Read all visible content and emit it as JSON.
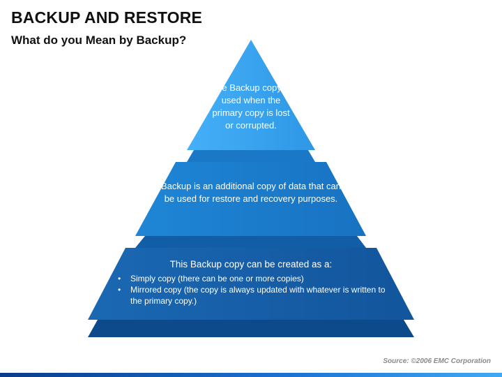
{
  "title": "BACKUP AND RESTORE",
  "subtitle": "What do you Mean by Backup?",
  "colors": {
    "tier1": "#3fa9f5",
    "tier2": "#1a7fd0",
    "tier3": "#1560a8",
    "footer_dark": "#0d3b8a",
    "footer_light": "#3fa9f5"
  },
  "pyramid": {
    "tier1": {
      "text": "The Backup copy is used when the primary copy is lost or corrupted."
    },
    "tier2": {
      "text": "Backup is an additional copy of data that can be used for restore and recovery purposes."
    },
    "tier3": {
      "lead": "This Backup copy can be created as a:",
      "bullets": [
        "Simply copy (there can be one or more copies)",
        "Mirrored copy (the copy is always updated with whatever is written to the primary copy.)"
      ]
    }
  },
  "source": "Source: ©2006 EMC Corporation"
}
